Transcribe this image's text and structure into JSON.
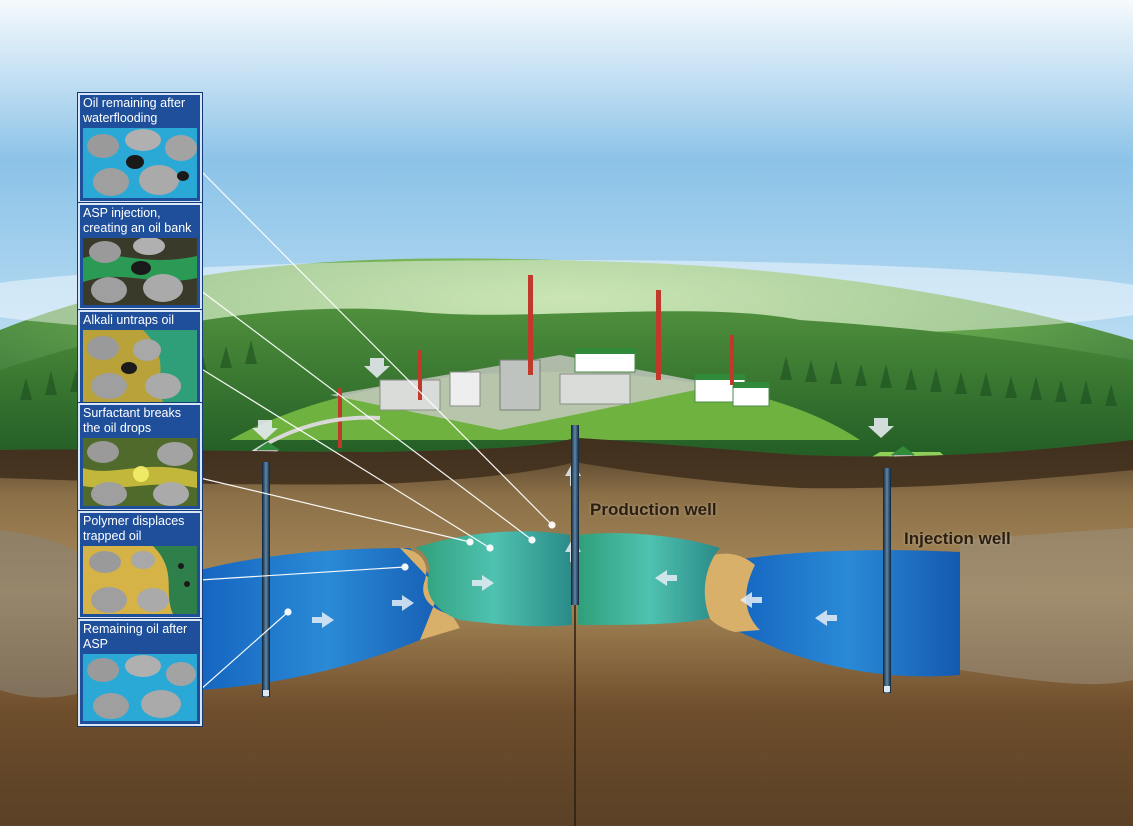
{
  "wells": {
    "production": "Production well",
    "injection": "Injection well"
  },
  "panels": [
    {
      "label": "Oil remaining after waterflooding",
      "fluid": "#2aa9d6"
    },
    {
      "label": "ASP injection, creating an oil bank",
      "fluid": "#2a9a55"
    },
    {
      "label": "Alkali untraps oil",
      "fluid": "#b9a23a"
    },
    {
      "label": "Surfactant breaks the oil drops",
      "fluid": "#c2b73a"
    },
    {
      "label": "Polymer displaces trapped oil",
      "fluid": "#d6b347"
    },
    {
      "label": "Remaining oil after ASP",
      "fluid": "#2aa9d6"
    }
  ],
  "colors": {
    "sky_top": "#e9f3fb",
    "sky_mid": "#6fb0e0",
    "forest": "#2d7a2a",
    "grass": "#7cc04a",
    "soil": "#8a6a3e",
    "water_zone": "#1f7fd0",
    "oil_bank": "#3bb3a0",
    "sand_front": "#d8b070",
    "panel_bg": "#1f4f9a"
  }
}
